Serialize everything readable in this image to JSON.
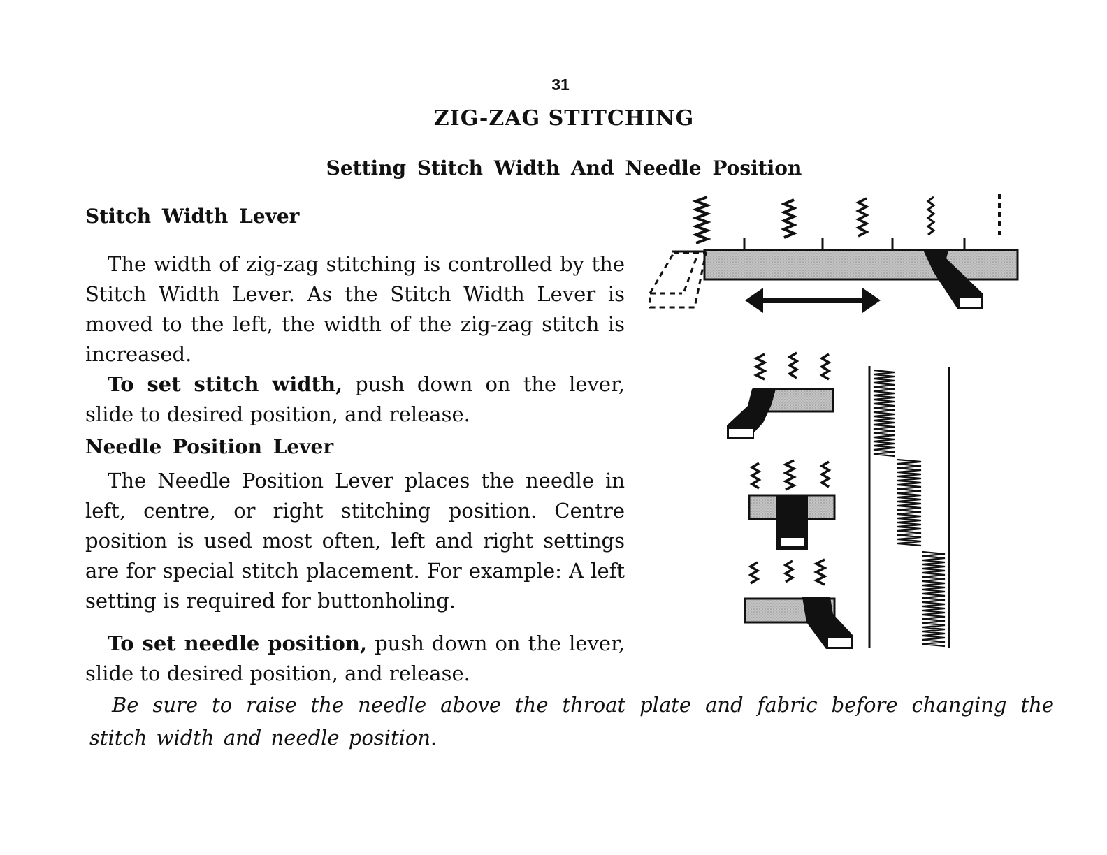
{
  "page": {
    "number": "31",
    "title": "ZIG-ZAG STITCHING",
    "subtitle": "Setting Stitch Width And Needle Position"
  },
  "stitch_width": {
    "heading": "Stitch Width Lever",
    "body": "The width of zig-zag stitching is controlled by the Stitch Width Lever. As the Stitch Width Lever is moved to the left, the width of the zig-zag stitch is increased.",
    "instruction_lead": "To set stitch width,",
    "instruction_rest": " push down on the lever, slide to desired position, and release."
  },
  "needle_position": {
    "heading": "Needle Position Lever",
    "body": "The Needle Position Lever places the needle in left, centre, or right stitching position. Centre position is used most often, left and right settings are for special stitch placement. For example: A left setting is required for buttonholing.",
    "instruction_lead": "To set needle position,",
    "instruction_rest": " push down on the lever, slide to desired position, and release."
  },
  "note": "Be sure to raise the needle above the throat plate and fabric before changing the stitch width and needle position.",
  "illustrations": {
    "width_lever": "stitch-width-lever-illustration",
    "needle_levers": "needle-position-lever-illustrations",
    "stitch_sample": "zig-zag-position-sample",
    "colors": {
      "ink": "#111111",
      "lever_gray": "#bdbdbd"
    }
  }
}
